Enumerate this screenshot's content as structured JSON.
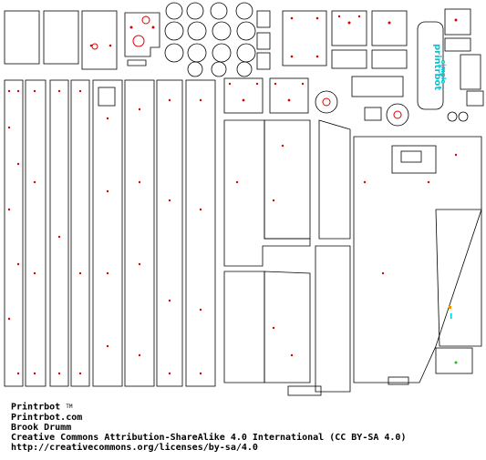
{
  "credits": {
    "brand": "Printrbot",
    "trademark": "TM",
    "website": "Printrbot.com",
    "author": "Brook Drumm",
    "license": "Creative Commons Attribution-ShareAlike 4.0 International (CC BY-SA 4.0)",
    "license_url": "http://creativecommons.org/licenses/by-sa/4.0"
  },
  "logo_text": {
    "line1": "printrbot",
    "line2": "simple"
  },
  "colors": {
    "cut_line": "#000000",
    "hole": "#e00000",
    "logo": "#00c8d8",
    "marker_green": "#20c020",
    "marker_orange": "#f09000"
  }
}
